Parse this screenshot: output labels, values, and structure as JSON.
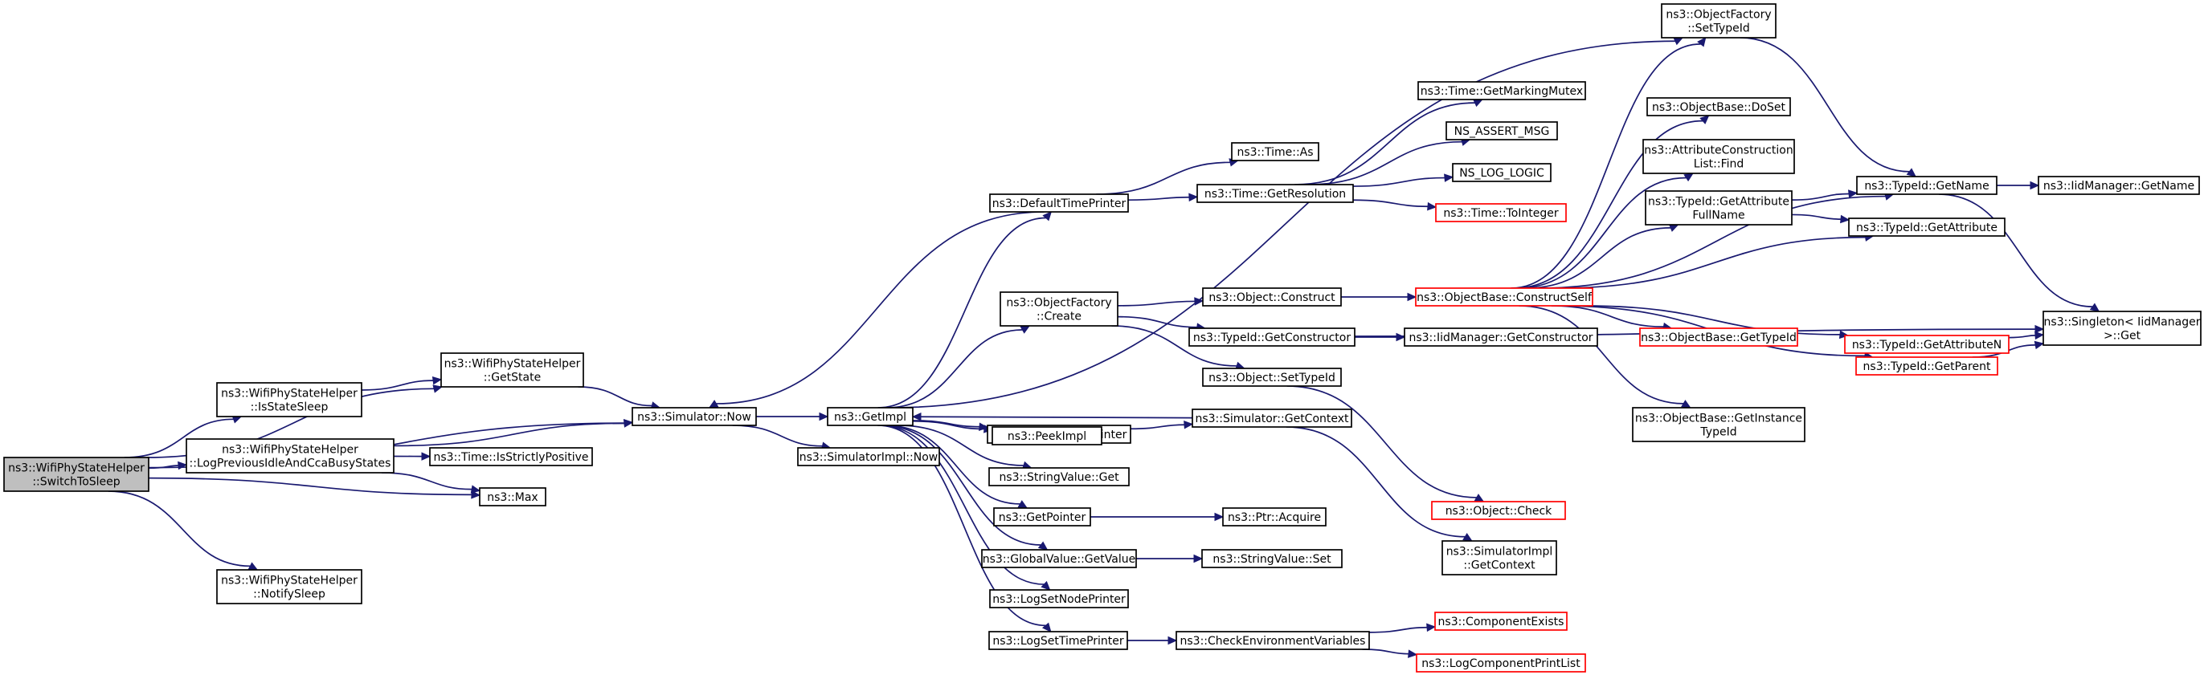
{
  "colors": {
    "edge": "#191970",
    "node_border": "#000000",
    "node_border_truncated": "#ff0000",
    "root_fill": "#bfbfbf",
    "node_fill": "#ffffff"
  },
  "nodes": {
    "root": {
      "lines": [
        "ns3::WifiPhyStateHelper",
        "::SwitchToSleep"
      ],
      "truncated": false
    },
    "getstate": {
      "lines": [
        "ns3::WifiPhyStateHelper",
        "::GetState"
      ],
      "truncated": false
    },
    "isstatesleep": {
      "lines": [
        "ns3::WifiPhyStateHelper",
        "::IsStateSleep"
      ],
      "truncated": false
    },
    "logprev": {
      "lines": [
        "ns3::WifiPhyStateHelper",
        "::LogPreviousIdleAndCcaBusyStates"
      ],
      "truncated": false
    },
    "notifysleep": {
      "lines": [
        "ns3::WifiPhyStateHelper",
        "::NotifySleep"
      ],
      "truncated": false
    },
    "simnow": {
      "lines": [
        "ns3::Simulator::Now"
      ],
      "truncated": false
    },
    "strictpos": {
      "lines": [
        "ns3::Time::IsStrictlyPositive"
      ],
      "truncated": false
    },
    "max": {
      "lines": [
        "ns3::Max"
      ],
      "truncated": false
    },
    "getimpl": {
      "lines": [
        "ns3::GetImpl"
      ],
      "truncated": false
    },
    "simimplnow": {
      "lines": [
        "ns3::SimulatorImpl::Now"
      ],
      "truncated": false
    },
    "defaulttimeprinter": {
      "lines": [
        "ns3::DefaultTimePrinter"
      ],
      "truncated": false
    },
    "timeas": {
      "lines": [
        "ns3::Time::As"
      ],
      "truncated": false
    },
    "getresolution": {
      "lines": [
        "ns3::Time::GetResolution"
      ],
      "truncated": false
    },
    "markingmutex": {
      "lines": [
        "ns3::Time::GetMarkingMutex"
      ],
      "truncated": false
    },
    "nsassert": {
      "lines": [
        "NS_ASSERT_MSG"
      ],
      "truncated": false
    },
    "nslog": {
      "lines": [
        "NS_LOG_LOGIC"
      ],
      "truncated": false
    },
    "tointeger": {
      "lines": [
        "ns3::Time::ToInteger"
      ],
      "truncated": true
    },
    "objfactcreate": {
      "lines": [
        "ns3::ObjectFactory",
        "::Create"
      ],
      "truncated": false
    },
    "objconstruct": {
      "lines": [
        "ns3::Object::Construct"
      ],
      "truncated": false
    },
    "getconstructor": {
      "lines": [
        "ns3::TypeId::GetConstructor"
      ],
      "truncated": false
    },
    "iidgetconstructor": {
      "lines": [
        "ns3::IidManager::GetConstructor"
      ],
      "truncated": false
    },
    "objsettypeid": {
      "lines": [
        "ns3::Object::SetTypeId"
      ],
      "truncated": false
    },
    "defaultnodeprinter": {
      "lines": [
        "ns3::DefaultNodePrinter"
      ],
      "truncated": false
    },
    "getcontext": {
      "lines": [
        "ns3::Simulator::GetContext"
      ],
      "truncated": false
    },
    "peekimpl": {
      "lines": [
        "ns3::PeekImpl"
      ],
      "truncated": false
    },
    "strget": {
      "lines": [
        "ns3::StringValue::Get"
      ],
      "truncated": false
    },
    "getpointer": {
      "lines": [
        "ns3::GetPointer"
      ],
      "truncated": false
    },
    "ptracquire": {
      "lines": [
        "ns3::Ptr::Acquire"
      ],
      "truncated": false
    },
    "globalget": {
      "lines": [
        "ns3::GlobalValue::GetValue"
      ],
      "truncated": false
    },
    "strset": {
      "lines": [
        "ns3::StringValue::Set"
      ],
      "truncated": false
    },
    "logsetnode": {
      "lines": [
        "ns3::LogSetNodePrinter"
      ],
      "truncated": false
    },
    "logsettime": {
      "lines": [
        "ns3::LogSetTimePrinter"
      ],
      "truncated": false
    },
    "checkenv": {
      "lines": [
        "ns3::CheckEnvironmentVariables"
      ],
      "truncated": false
    },
    "compexists": {
      "lines": [
        "ns3::ComponentExists"
      ],
      "truncated": true
    },
    "logcompprint": {
      "lines": [
        "ns3::LogComponentPrintList"
      ],
      "truncated": true
    },
    "constructself": {
      "lines": [
        "ns3::ObjectBase::ConstructSelf"
      ],
      "truncated": true
    },
    "objfactset": {
      "lines": [
        "ns3::ObjectFactory",
        "::SetTypeId"
      ],
      "truncated": false
    },
    "doset": {
      "lines": [
        "ns3::ObjectBase::DoSet"
      ],
      "truncated": false
    },
    "attrfind": {
      "lines": [
        "ns3::AttributeConstruction",
        "List::Find"
      ],
      "truncated": false
    },
    "getattrfull": {
      "lines": [
        "ns3::TypeId::GetAttribute",
        "FullName"
      ],
      "truncated": false
    },
    "objgettypeid": {
      "lines": [
        "ns3::ObjectBase::GetTypeId"
      ],
      "truncated": true
    },
    "getinsttypeid": {
      "lines": [
        "ns3::ObjectBase::GetInstance",
        "TypeId"
      ],
      "truncated": false
    },
    "getname": {
      "lines": [
        "ns3::TypeId::GetName"
      ],
      "truncated": false
    },
    "getattr": {
      "lines": [
        "ns3::TypeId::GetAttribute"
      ],
      "truncated": false
    },
    "getattrn": {
      "lines": [
        "ns3::TypeId::GetAttributeN"
      ],
      "truncated": true
    },
    "getparent": {
      "lines": [
        "ns3::TypeId::GetParent"
      ],
      "truncated": true
    },
    "iidgetname": {
      "lines": [
        "ns3::IidManager::GetName"
      ],
      "truncated": false
    },
    "singleton": {
      "lines": [
        "ns3::Singleton< IidManager",
        " >::Get"
      ],
      "truncated": false
    },
    "objcheck": {
      "lines": [
        "ns3::Object::Check"
      ],
      "truncated": true
    },
    "simimplctx": {
      "lines": [
        "ns3::SimulatorImpl",
        "::GetContext"
      ],
      "truncated": false
    }
  },
  "edges": [
    [
      "root",
      "getstate"
    ],
    [
      "root",
      "isstatesleep"
    ],
    [
      "root",
      "logprev"
    ],
    [
      "root",
      "max"
    ],
    [
      "root",
      "simnow"
    ],
    [
      "root",
      "notifysleep"
    ],
    [
      "getstate",
      "simnow"
    ],
    [
      "isstatesleep",
      "getstate"
    ],
    [
      "logprev",
      "simnow"
    ],
    [
      "logprev",
      "strictpos"
    ],
    [
      "logprev",
      "max"
    ],
    [
      "simnow",
      "getimpl"
    ],
    [
      "simnow",
      "simimplnow"
    ],
    [
      "getimpl",
      "defaulttimeprinter"
    ],
    [
      "getimpl",
      "objfactcreate"
    ],
    [
      "getimpl",
      "defaultnodeprinter"
    ],
    [
      "getimpl",
      "peekimpl"
    ],
    [
      "getimpl",
      "strget"
    ],
    [
      "getimpl",
      "getpointer"
    ],
    [
      "getimpl",
      "globalget"
    ],
    [
      "getimpl",
      "logsetnode"
    ],
    [
      "getimpl",
      "logsettime"
    ],
    [
      "getimpl",
      "objfactset"
    ],
    [
      "defaulttimeprinter",
      "timeas"
    ],
    [
      "defaulttimeprinter",
      "getresolution"
    ],
    [
      "defaulttimeprinter",
      "simnow"
    ],
    [
      "getresolution",
      "markingmutex"
    ],
    [
      "getresolution",
      "nsassert"
    ],
    [
      "getresolution",
      "nslog"
    ],
    [
      "getresolution",
      "tointeger"
    ],
    [
      "objfactcreate",
      "objconstruct"
    ],
    [
      "objfactcreate",
      "getconstructor"
    ],
    [
      "objfactcreate",
      "objsettypeid"
    ],
    [
      "objconstruct",
      "constructself"
    ],
    [
      "getconstructor",
      "iidgetconstructor"
    ],
    [
      "getconstructor",
      "singleton"
    ],
    [
      "objsettypeid",
      "objcheck"
    ],
    [
      "defaultnodeprinter",
      "getcontext"
    ],
    [
      "getcontext",
      "getimpl"
    ],
    [
      "getcontext",
      "simimplctx"
    ],
    [
      "getpointer",
      "ptracquire"
    ],
    [
      "globalget",
      "strset"
    ],
    [
      "logsettime",
      "checkenv"
    ],
    [
      "checkenv",
      "compexists"
    ],
    [
      "checkenv",
      "logcompprint"
    ],
    [
      "constructself",
      "objfactset"
    ],
    [
      "constructself",
      "doset"
    ],
    [
      "constructself",
      "attrfind"
    ],
    [
      "constructself",
      "getattrfull"
    ],
    [
      "constructself",
      "getname"
    ],
    [
      "constructself",
      "getattr"
    ],
    [
      "constructself",
      "getattrn"
    ],
    [
      "constructself",
      "objgettypeid"
    ],
    [
      "constructself",
      "getparent"
    ],
    [
      "constructself",
      "getinsttypeid"
    ],
    [
      "objfactset",
      "getname"
    ],
    [
      "getattrfull",
      "getname"
    ],
    [
      "getattrfull",
      "getattr"
    ],
    [
      "getname",
      "iidgetname"
    ],
    [
      "getname",
      "singleton"
    ],
    [
      "getattrn",
      "singleton"
    ],
    [
      "getparent",
      "singleton"
    ]
  ]
}
